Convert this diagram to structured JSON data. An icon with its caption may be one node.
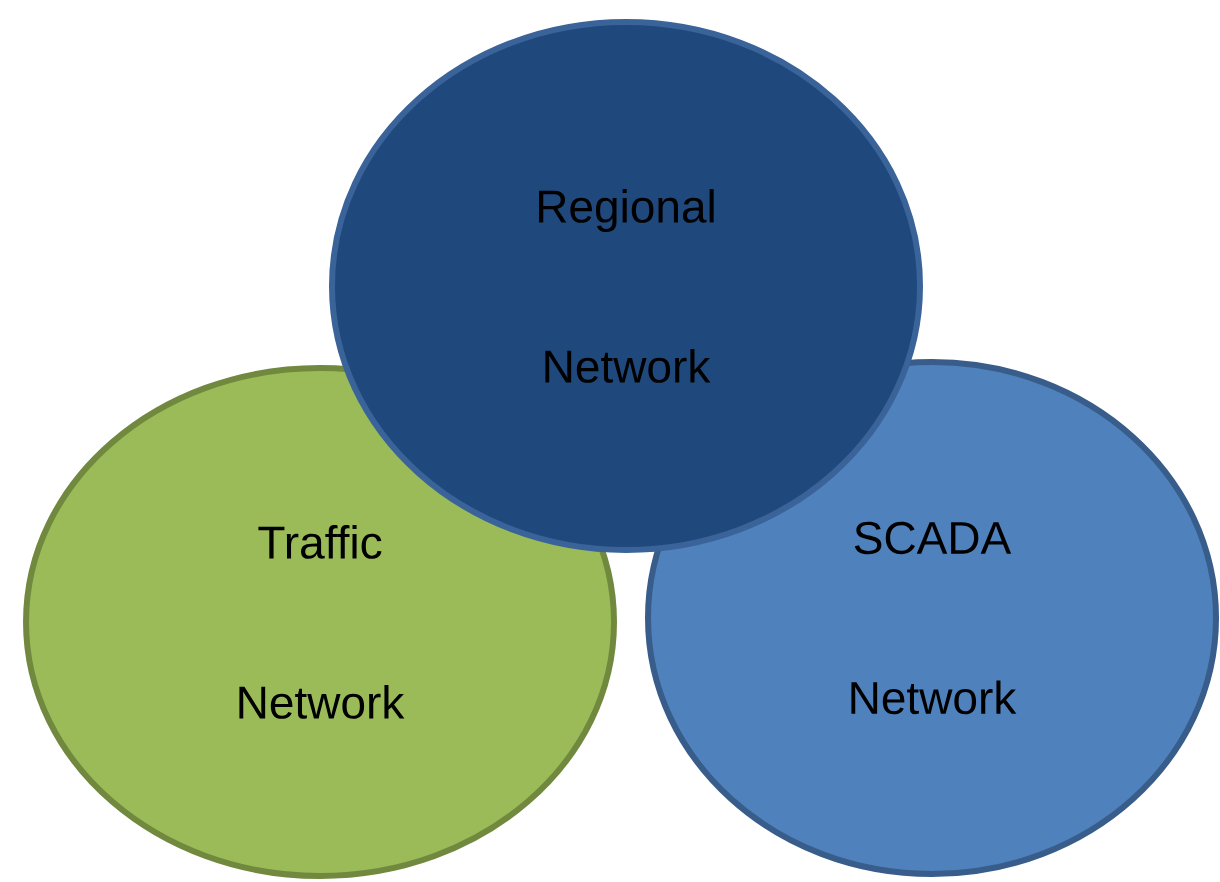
{
  "diagram": {
    "nodes": [
      {
        "text": [
          "Regional Network"
        ]
      },
      {
        "text": [
          "Traffic Network"
        ]
      },
      {
        "text": [
          "SCADA Network"
        ]
      }
    ]
  }
}
